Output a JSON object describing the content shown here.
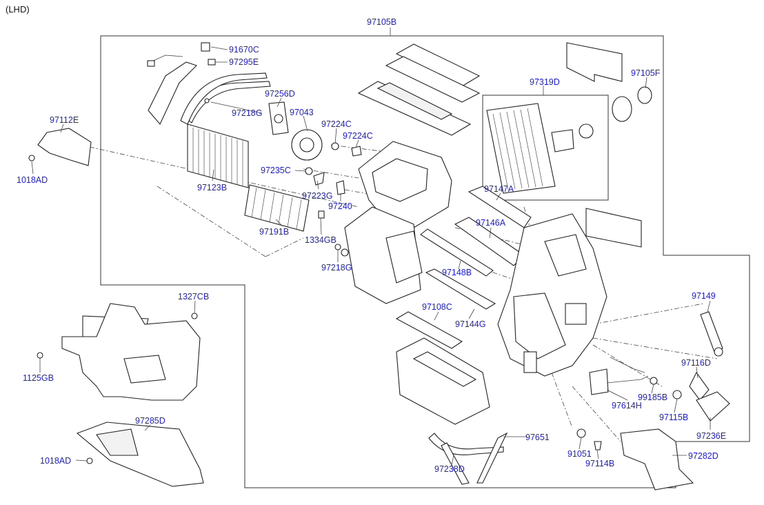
{
  "variant_label": "(LHD)",
  "parts": [
    {
      "key": "p97105B",
      "code": "97105B"
    },
    {
      "key": "p91670C",
      "code": "91670C"
    },
    {
      "key": "p97295E",
      "code": "97295E"
    },
    {
      "key": "p97256D",
      "code": "97256D"
    },
    {
      "key": "p97218G_a",
      "code": "97218G"
    },
    {
      "key": "p97043",
      "code": "97043"
    },
    {
      "key": "p97224C_a",
      "code": "97224C"
    },
    {
      "key": "p97224C_b",
      "code": "97224C"
    },
    {
      "key": "p97319D",
      "code": "97319D"
    },
    {
      "key": "p97105F",
      "code": "97105F"
    },
    {
      "key": "p97112E",
      "code": "97112E"
    },
    {
      "key": "p1018AD_a",
      "code": "1018AD"
    },
    {
      "key": "p97123B",
      "code": "97123B"
    },
    {
      "key": "p97235C",
      "code": "97235C"
    },
    {
      "key": "p97223G",
      "code": "97223G"
    },
    {
      "key": "p97240",
      "code": "97240"
    },
    {
      "key": "p97147A",
      "code": "97147A"
    },
    {
      "key": "p97191B",
      "code": "97191B"
    },
    {
      "key": "p1334GB",
      "code": "1334GB"
    },
    {
      "key": "p97146A",
      "code": "97146A"
    },
    {
      "key": "p97218G_b",
      "code": "97218G"
    },
    {
      "key": "p97148B",
      "code": "97148B"
    },
    {
      "key": "p1327CB",
      "code": "1327CB"
    },
    {
      "key": "p97149",
      "code": "97149"
    },
    {
      "key": "p97108C",
      "code": "97108C"
    },
    {
      "key": "p97144G",
      "code": "97144G"
    },
    {
      "key": "p1125GB",
      "code": "1125GB"
    },
    {
      "key": "p97116D",
      "code": "97116D"
    },
    {
      "key": "p99185B",
      "code": "99185B"
    },
    {
      "key": "p97614H",
      "code": "97614H"
    },
    {
      "key": "p97115B",
      "code": "97115B"
    },
    {
      "key": "p97285D",
      "code": "97285D"
    },
    {
      "key": "p97236E",
      "code": "97236E"
    },
    {
      "key": "p97651",
      "code": "97651"
    },
    {
      "key": "p1018AD_b",
      "code": "1018AD"
    },
    {
      "key": "p91051",
      "code": "91051"
    },
    {
      "key": "p97282D",
      "code": "97282D"
    },
    {
      "key": "p97114B",
      "code": "97114B"
    },
    {
      "key": "p97238D",
      "code": "97238D"
    }
  ],
  "colors": {
    "label": "#1a1aff",
    "line": "#333333",
    "background": "#ffffff"
  }
}
